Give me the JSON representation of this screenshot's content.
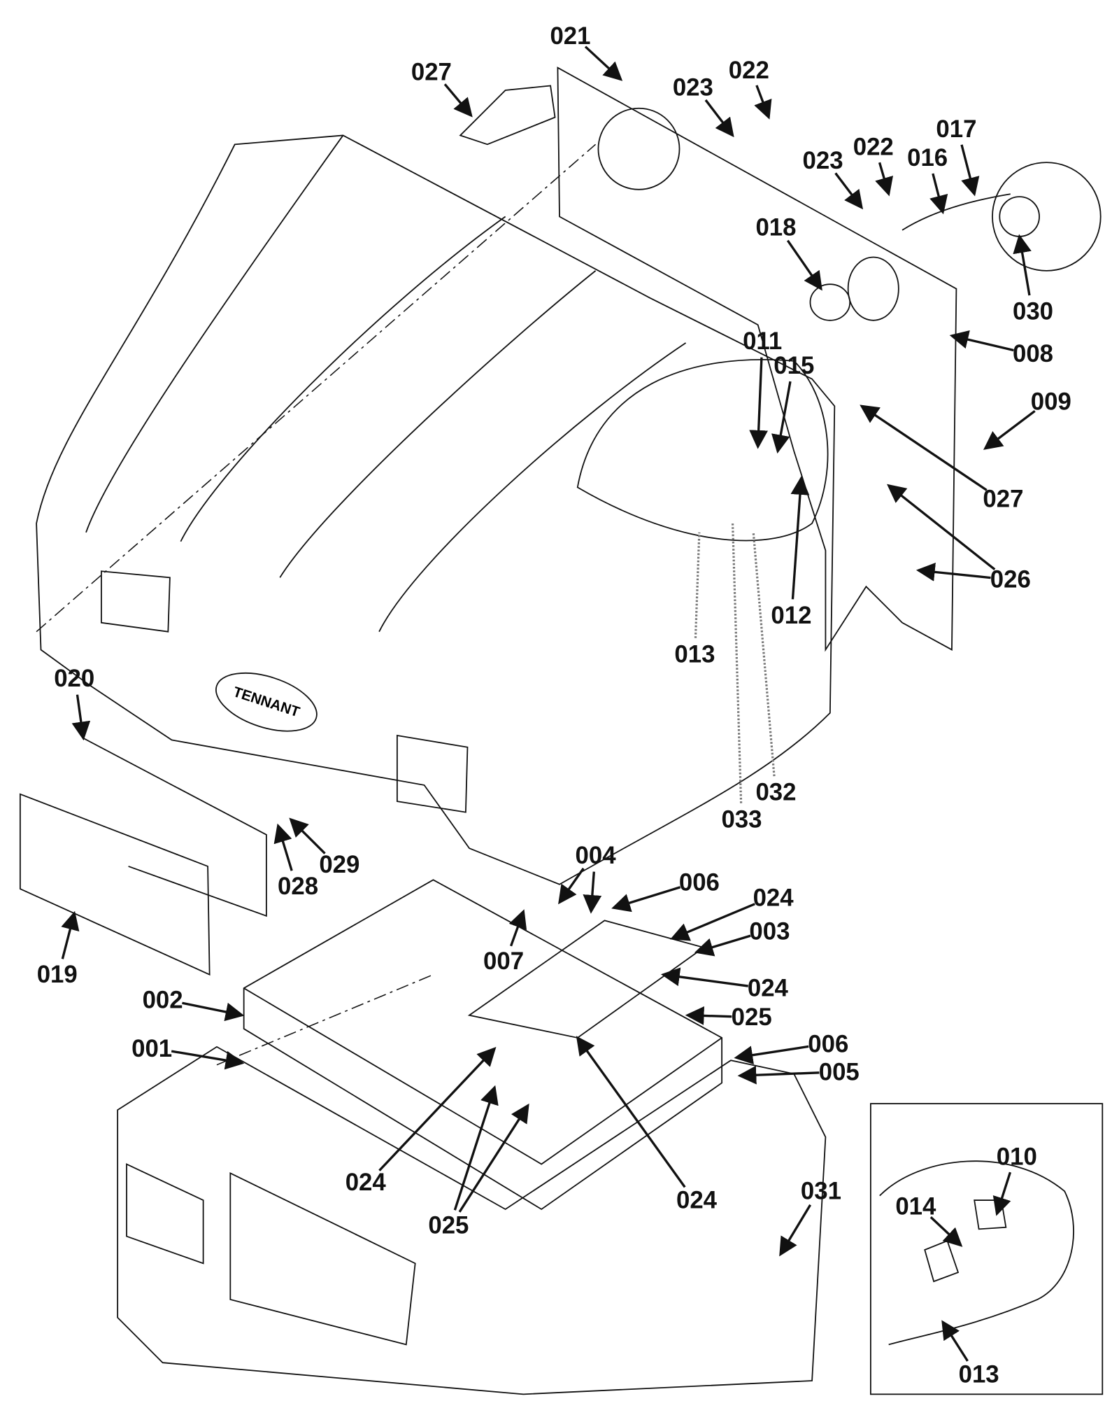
{
  "diagram": {
    "logo_text": "TENNANT",
    "callouts": [
      "021",
      "027",
      "023",
      "022",
      "023",
      "022",
      "016",
      "017",
      "018",
      "030",
      "011",
      "015",
      "008",
      "009",
      "027",
      "026",
      "012",
      "013",
      "032",
      "033",
      "020",
      "029",
      "028",
      "019",
      "004",
      "006",
      "024",
      "003",
      "007",
      "024",
      "025",
      "002",
      "001",
      "006",
      "005",
      "024",
      "024",
      "025",
      "031"
    ],
    "inset_callouts": [
      "010",
      "014",
      "013"
    ]
  }
}
